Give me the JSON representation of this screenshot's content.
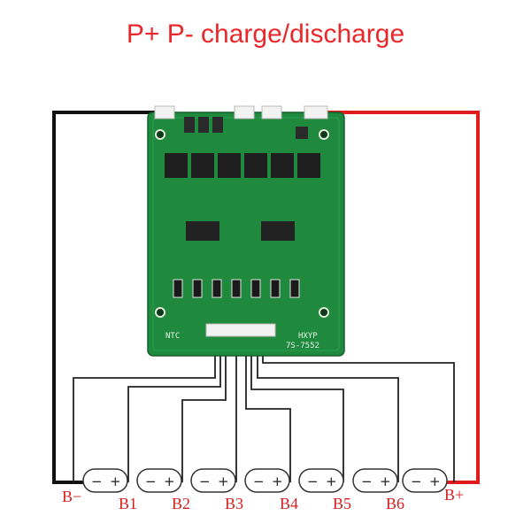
{
  "title": "P+ P- charge/discharge",
  "board": {
    "ntc_label": "NTC",
    "brand_label": "HXYP",
    "model_label": "7S-7552"
  },
  "cell_signs": {
    "minus": "−",
    "plus": "+"
  },
  "terminals": [
    "B−",
    "B1",
    "B2",
    "B3",
    "B4",
    "B5",
    "B6",
    "B+"
  ],
  "colors": {
    "title": "#e8282b",
    "labels": "#d3201f",
    "pcb": "#1f8a3e",
    "positive_wire": "#e11b1b",
    "negative_wire": "#111111",
    "balance_wire": "#222222"
  }
}
